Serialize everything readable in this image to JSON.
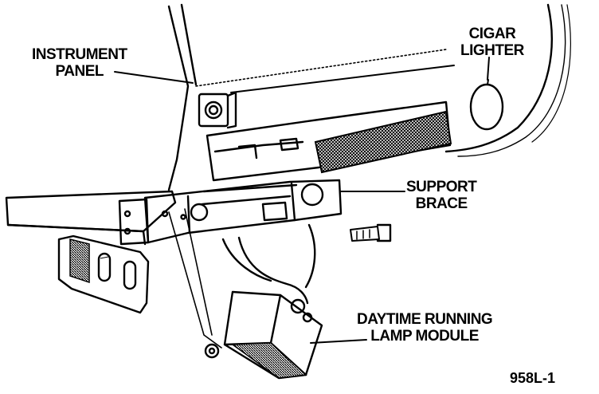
{
  "labels": {
    "instrument_panel": [
      "INSTRUMENT",
      "PANEL"
    ],
    "cigar_lighter": [
      "CIGAR",
      "LIGHTER"
    ],
    "support_brace": [
      "SUPPORT",
      "BRACE"
    ],
    "drl_module": [
      "DAYTIME RUNNING",
      "LAMP MODULE"
    ]
  },
  "figure_id": "958L-1",
  "colors": {
    "ink": "#000000",
    "paper": "#ffffff"
  }
}
